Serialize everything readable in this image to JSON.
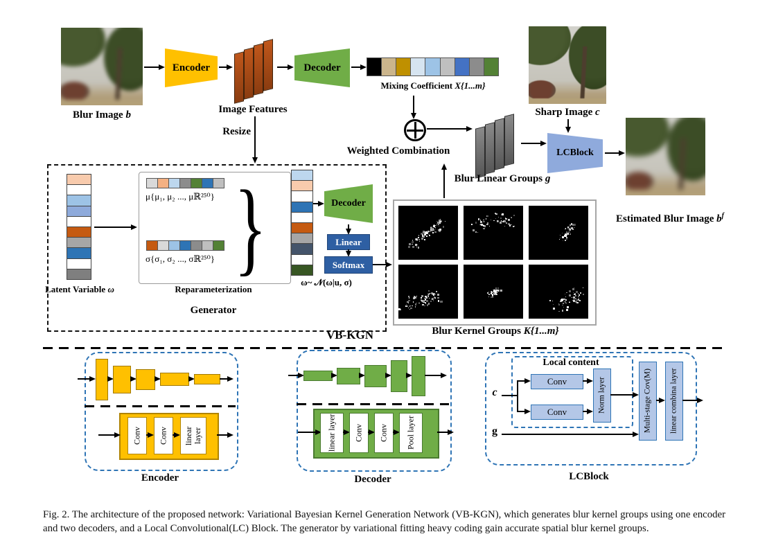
{
  "colors": {
    "encoder_yellow": "#ffc000",
    "decoder_green": "#70ad47",
    "lcblock_blue": "#8faadc",
    "deep_blue": "#2e5fa3",
    "light_blue_fill": "#b4c7e7",
    "dashed_blue": "#2e74b5"
  },
  "top": {
    "blur_image_label": {
      "text": "Blur Image ",
      "math": "b"
    },
    "encoder": "Encoder",
    "image_features": "Image Features",
    "resize": "Resize",
    "decoder": "Decoder",
    "mixing_label": {
      "text": "Mixing Coefficient ",
      "math": "X{1...m}"
    },
    "mixing_colors": [
      "#000000",
      "#cbb58c",
      "#bf9000",
      "#d6e4f0",
      "#9dc3e6",
      "#bfbfbf",
      "#4472c4",
      "#8c8c8c",
      "#538135"
    ],
    "weighted_combination": "Weighted Combination",
    "sharp_image_label": {
      "text": "Sharp Image ",
      "math": "c"
    },
    "blur_linear_groups": {
      "text": "Blur Linear Groups ",
      "math": "g"
    },
    "lcblock": "LCBlock",
    "estimated_label": {
      "text": "Estimated Blur Image ",
      "math": "b",
      "sup": "f"
    }
  },
  "generator": {
    "latent_label": {
      "text": "Latent Variable ",
      "math": "ω"
    },
    "latent_colors": [
      "#f8cbad",
      "#ffffff",
      "#9dc3e6",
      "#8eaadb",
      "#ffffff",
      "#c55a11",
      "#a6a6a6",
      "#2e74b5",
      "#ffffff",
      "#7f7f7f"
    ],
    "mu_label": "μ{μ₁, μ₂ ..., μℝ²⁵⁰}",
    "mu_colors": [
      "#d9d9d9",
      "#f4b183",
      "#bdd7ee",
      "#8c8c8c",
      "#538135",
      "#2e74b5",
      "#bfbfbf"
    ],
    "sigma_label": "σ{σ₁, σ₂ ..., σℝ²⁵⁰}",
    "sigma_colors": [
      "#c55a11",
      "#d9d9d9",
      "#9dc3e6",
      "#2e74b5",
      "#8c8c8c",
      "#bfbfbf",
      "#538135"
    ],
    "omega_colors": [
      "#bdd7ee",
      "#f8cbad",
      "#ffffff",
      "#2e74b5",
      "#ffffff",
      "#c55a11",
      "#a6a6a6",
      "#44546a",
      "#ffffff",
      "#375623"
    ],
    "brace": "}",
    "omega_dist": "ω~ 𝒩(ω|u, σ)",
    "reparameterization": "Reparameterization",
    "generator": "Generator",
    "vbkgn": "VB-KGN",
    "decoder": "Decoder",
    "linear": "Linear",
    "softmax": "Softmax"
  },
  "kernels": {
    "label": {
      "text": "Blur Kernel Groups ",
      "math": "K{1...m}"
    }
  },
  "details": {
    "encoder": {
      "title": "Encoder",
      "conv1": "Conv",
      "conv2": "Conv",
      "linear_layer": "linear layer"
    },
    "decoder": {
      "title": "Decoder",
      "linear_layer": "linear layer",
      "conv1": "Conv",
      "conv2": "Conv",
      "pool_layer": "Pool layer"
    },
    "lcblock": {
      "title": "LCBlock",
      "local_content": "Local content",
      "conv1": "Conv",
      "conv2": "Conv",
      "norm_layer": "Norm layer",
      "input_c": "c",
      "input_g": "g",
      "multi_stage": "Multi-stage Cov(M)",
      "linear_combina": "linear combina layer"
    }
  },
  "caption": "Fig. 2.   The architecture of the proposed network: Variational Bayesian Kernel Generation Network (VB-KGN), which generates blur kernel groups using one encoder and two decoders, and a Local Convolutional(LC) Block. The generator by variational fitting heavy coding gain accurate spatial blur kernel groups."
}
